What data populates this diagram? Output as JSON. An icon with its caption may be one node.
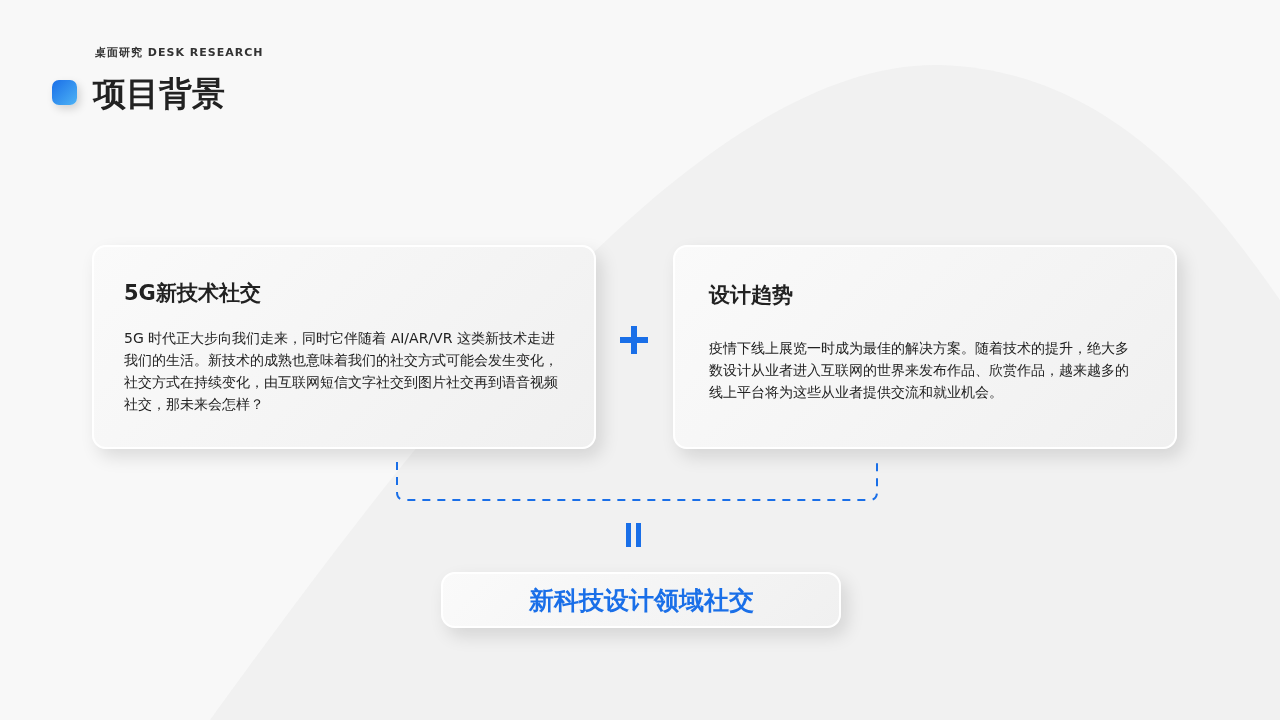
{
  "diagram": {
    "title": "项目背景",
    "nodes": [
      {
        "text": [
          "5G新技术社交",
          "5G 时代正大步向我们走来，同时它伴随着 AI/AR/VR 这类新技术走进我们的生活。新技术的成熟也意味着我们的社交方式可能会发生变化，社交方式在持续变化，由互联网短信文字社交到图片社交再到语音视频社交，那未来会怎样？"
        ]
      },
      {
        "text": [
          "设计趋势",
          "疫情下线上展览一时成为最佳的解决方案。随着技术的提升，绝大多数设计从业者进入互联网的世界来发布作品、欣赏作品，越来越多的线上平台将为这些从业者提供交流和就业机会。"
        ]
      },
      {
        "text": [
          "新科技设计领域社交"
        ]
      }
    ],
    "labels": [
      "桌面研究 DESK RESEARCH"
    ]
  }
}
